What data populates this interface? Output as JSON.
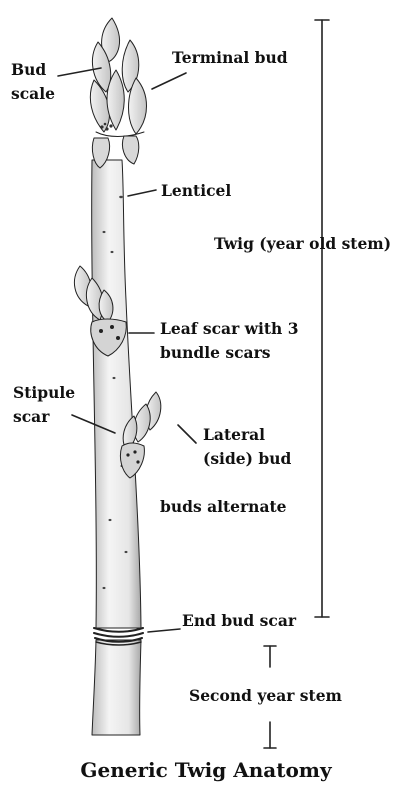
{
  "labels": {
    "bud_scale": [
      "Bud",
      "scale"
    ],
    "terminal_bud": "Terminal bud",
    "lenticel": "Lenticel",
    "twig": "Twig (year old stem)",
    "leaf_scar": [
      "Leaf scar with 3",
      "bundle scars"
    ],
    "stipule_scar": [
      "Stipule",
      "scar"
    ],
    "lateral_bud": [
      "Lateral",
      "(side) bud"
    ],
    "buds_alternate": "buds alternate",
    "end_bud_scar": "End bud scar",
    "second_year_stem": "Second year stem"
  },
  "caption": "Generic Twig Anatomy",
  "colors": {
    "ink": "#222222",
    "shade": "#9a9a9a",
    "background": "#ffffff"
  }
}
